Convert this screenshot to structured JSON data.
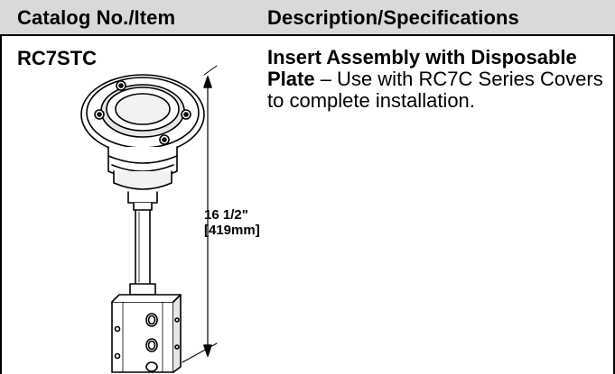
{
  "header": {
    "catalog_label": "Catalog No./Item",
    "description_label": "Description/Specifications"
  },
  "row": {
    "catalog_number": "RC7STC",
    "description_title": "Insert Assembly with Disposable Plate",
    "description_body": " – Use with RC7C Series Covers to complete installation.",
    "dimension_line1": "16 1/2\"",
    "dimension_line2": "[419mm]"
  },
  "colors": {
    "header_background": "#d9d9d9",
    "line": "#000000"
  },
  "icons": {
    "product_drawing": "insert-assembly-drawing"
  }
}
